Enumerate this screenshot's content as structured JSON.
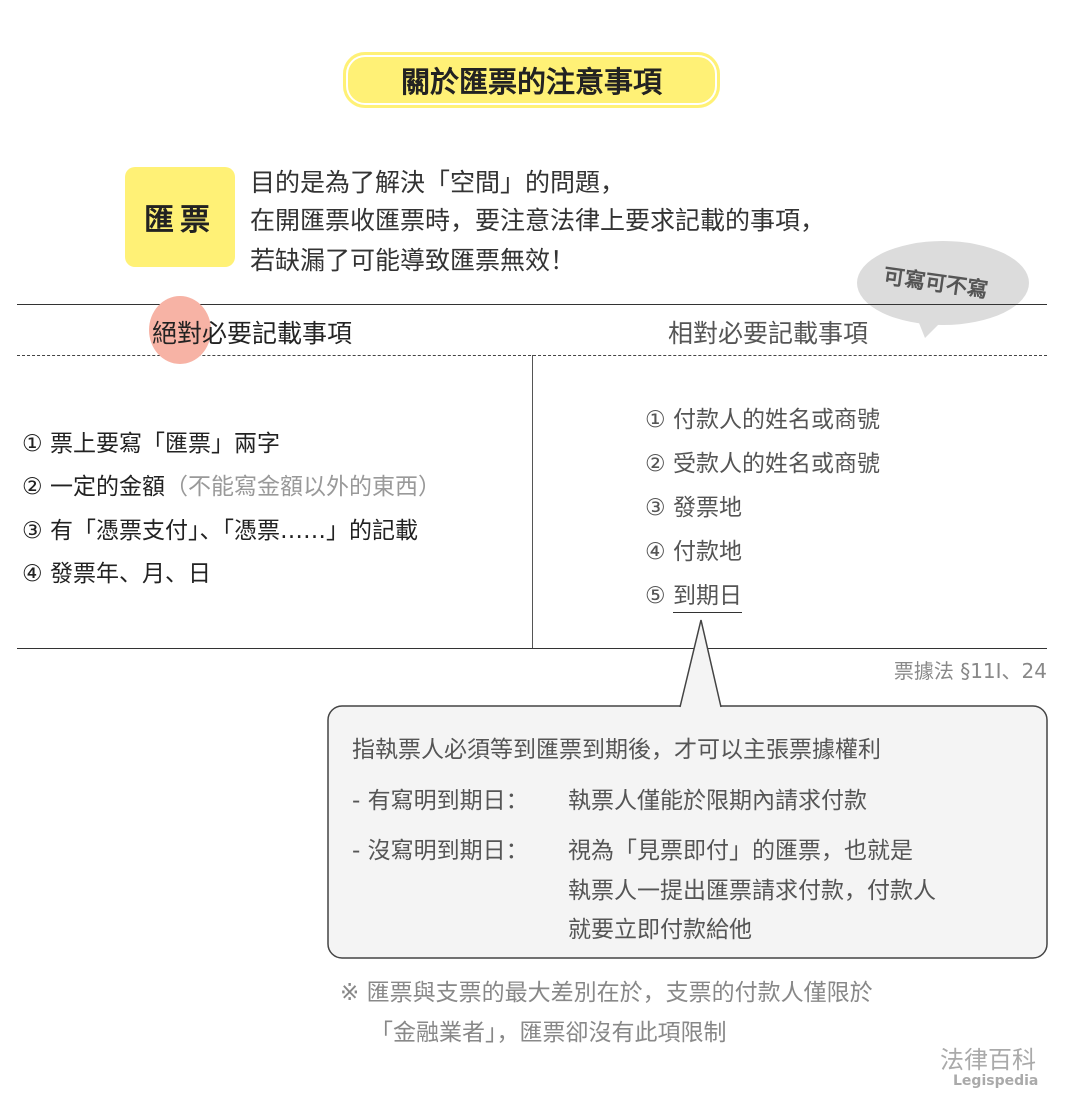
{
  "title": "關於匯票的注意事項",
  "badge": "匯票",
  "intro": [
    "目的是為了解決「空間」的問題，",
    "在開匯票收匯票時，要注意法律上要求記載的事項，",
    "若缺漏了可能導致匯票無效！"
  ],
  "bubble": "可寫可不寫",
  "left": {
    "header_highlight": "絕對",
    "header_rest": "必要記載事項",
    "items": [
      {
        "num": "①",
        "text": "票上要寫「匯票」兩字",
        "note": ""
      },
      {
        "num": "②",
        "text": "一定的金額",
        "note": "（不能寫金額以外的東西）"
      },
      {
        "num": "③",
        "text": "有「憑票支付」、「憑票……」的記載",
        "note": ""
      },
      {
        "num": "④",
        "text": "發票年、月、日",
        "note": ""
      }
    ]
  },
  "right": {
    "header": "相對必要記載事項",
    "items": [
      {
        "num": "①",
        "text": "付款人的姓名或商號"
      },
      {
        "num": "②",
        "text": "受款人的姓名或商號"
      },
      {
        "num": "③",
        "text": "發票地"
      },
      {
        "num": "④",
        "text": "付款地"
      },
      {
        "num": "⑤",
        "text": "到期日"
      }
    ]
  },
  "citation": "票據法 §11Ⅰ、24",
  "callout": {
    "line1": "指執票人必須等到匯票到期後，才可以主張票據權利",
    "row1_label": "- 有寫明到期日：",
    "row1_text": "執票人僅能於限期內請求付款",
    "row2_label": "- 沒寫明到期日：",
    "row2_lines": [
      "視為「見票即付」的匯票，也就是",
      "執票人一提出匯票請求付款，付款人",
      "就要立即付款給他"
    ]
  },
  "footnote": [
    "※ 匯票與支票的最大差別在於，支票的付款人僅限於",
    "「金融業者」，匯票卻沒有此項限制"
  ],
  "logo": {
    "zh": "法律百科",
    "en": "Legispedia"
  }
}
